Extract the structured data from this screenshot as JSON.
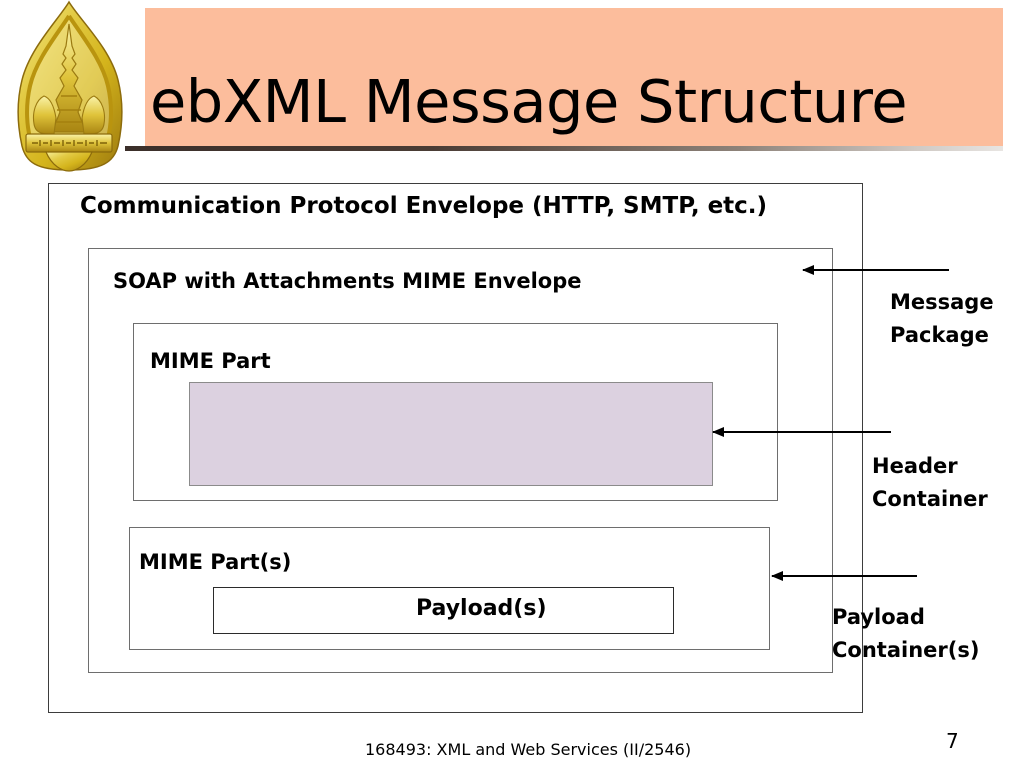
{
  "slide": {
    "title": "ebXML Message Structure",
    "banner_color": "#FCBD9C",
    "page_number": "7",
    "footer": "168493: XML and Web Services (II/2546)"
  },
  "logo": {
    "name": "thai-university-emblem",
    "colors": {
      "gold_light": "#F2E271",
      "gold_mid": "#D6B520",
      "gold_dark": "#9C7A10"
    }
  },
  "diagram": {
    "boxes": [
      {
        "id": "communication-protocol-envelope",
        "label": "Communication Protocol Envelope (HTTP, SMTP, etc.)"
      },
      {
        "id": "soap-with-attachments-mime-envelope",
        "label": "SOAP with Attachments MIME Envelope"
      },
      {
        "id": "mime-part",
        "label": "MIME Part"
      },
      {
        "id": "header-container-fill",
        "label": "",
        "fill": "#DCD1E0"
      },
      {
        "id": "mime-parts",
        "label": "MIME Part(s)"
      },
      {
        "id": "payloads",
        "label": "Payload(s)"
      }
    ],
    "callouts": [
      {
        "id": "message-package",
        "line1": "Message",
        "line2": "Package"
      },
      {
        "id": "header-container",
        "line1": "Header",
        "line2": "Container"
      },
      {
        "id": "payload-container",
        "line1": "Payload",
        "line2": "Container(s)"
      }
    ]
  }
}
